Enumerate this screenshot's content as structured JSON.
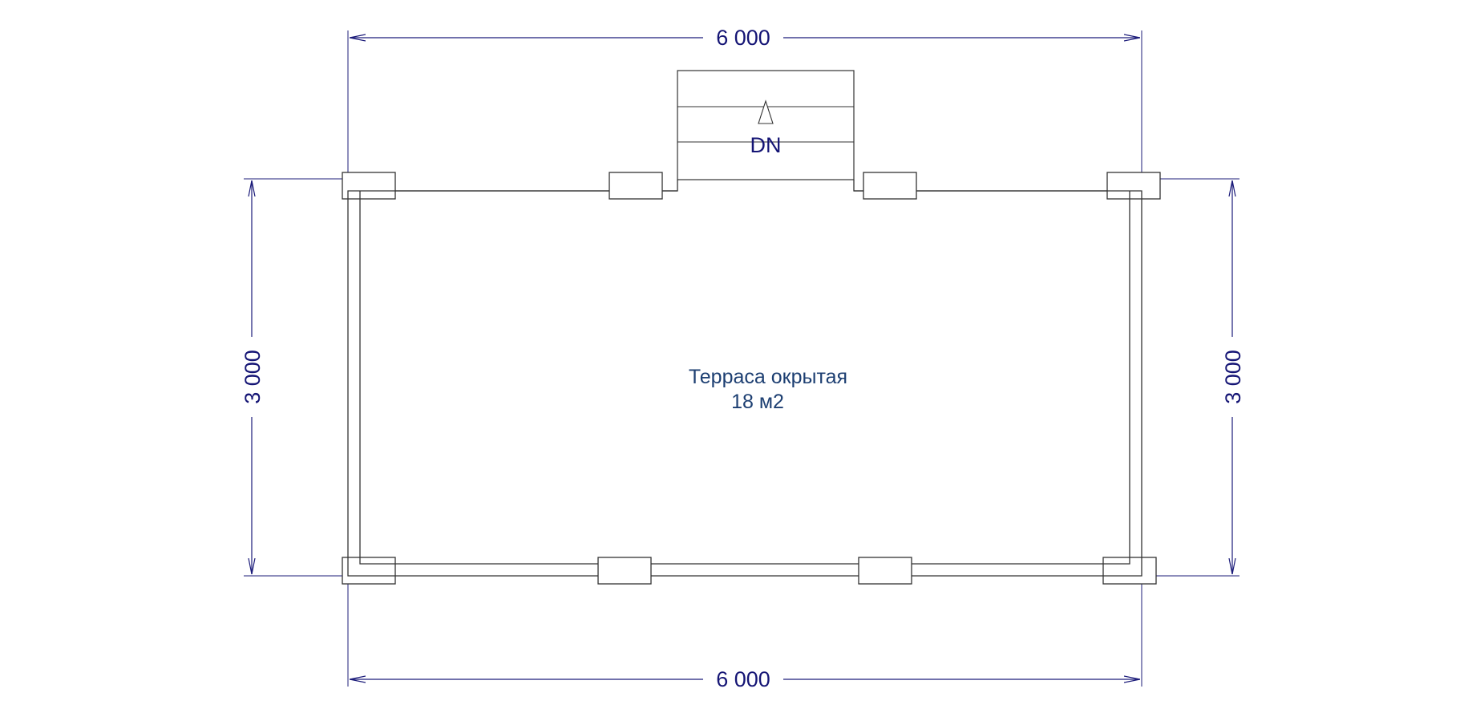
{
  "dimensions": {
    "top_width": "6 000",
    "bottom_width": "6 000",
    "left_depth": "3 000",
    "right_depth": "3 000"
  },
  "stair": {
    "direction_label": "DN",
    "tread_count": 3
  },
  "room": {
    "name": "Терраса окрытая",
    "area": "18 м2"
  },
  "colors": {
    "dimension": "#151575",
    "room_label": "#1d3f72",
    "lines": "#333333"
  }
}
